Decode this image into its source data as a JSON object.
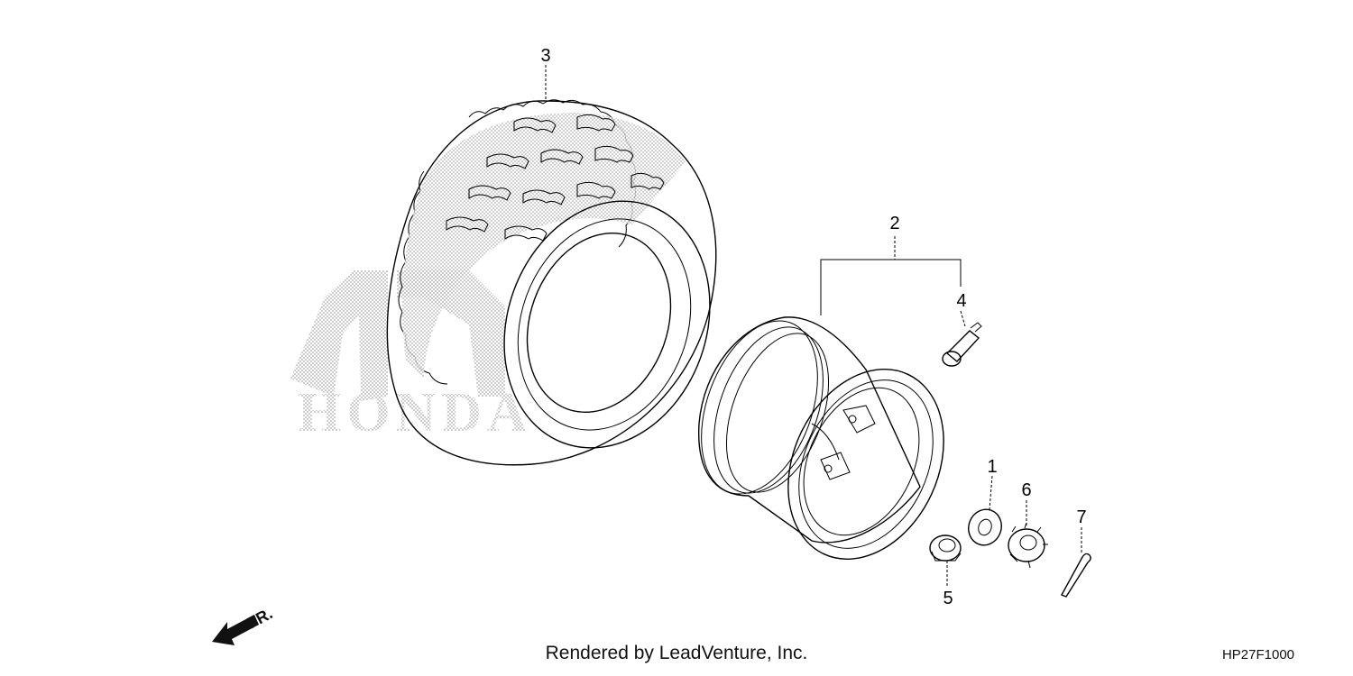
{
  "callouts": {
    "c1": "1",
    "c2": "2",
    "c3": "3",
    "c4": "4",
    "c5": "5",
    "c6": "6",
    "c7": "7"
  },
  "direction_label": "FR.",
  "footer_credit": "Rendered by LeadVenture, Inc.",
  "diagram_code": "HP27F1000",
  "watermark_text": "HONDA",
  "colors": {
    "line": "#000000",
    "watermark": "#bdbdbd",
    "background": "#ffffff"
  }
}
